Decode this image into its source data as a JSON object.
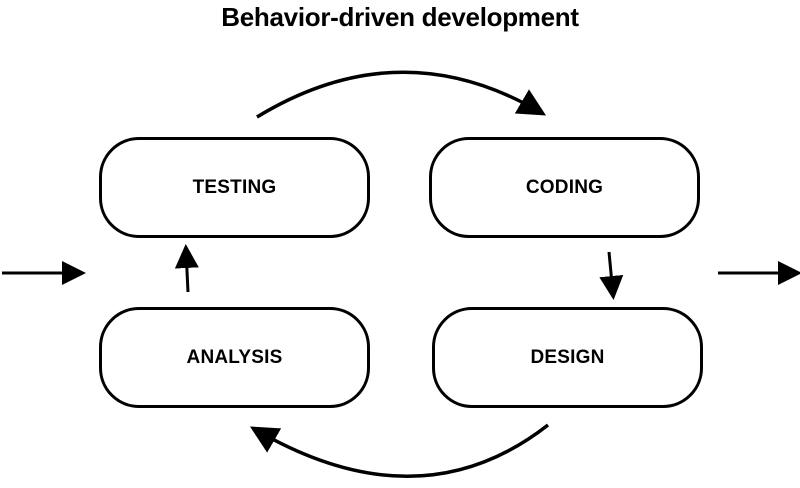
{
  "diagram": {
    "title": "Behavior-driven development",
    "nodes": {
      "testing": "TESTING",
      "coding": "CODING",
      "analysis": "ANALYSIS",
      "design": "DESIGN"
    },
    "flow": [
      {
        "from": "testing",
        "to": "coding"
      },
      {
        "from": "coding",
        "to": "design"
      },
      {
        "from": "design",
        "to": "analysis"
      },
      {
        "from": "analysis",
        "to": "testing"
      }
    ],
    "stroke_color": "#000000",
    "background_color": "#ffffff"
  }
}
